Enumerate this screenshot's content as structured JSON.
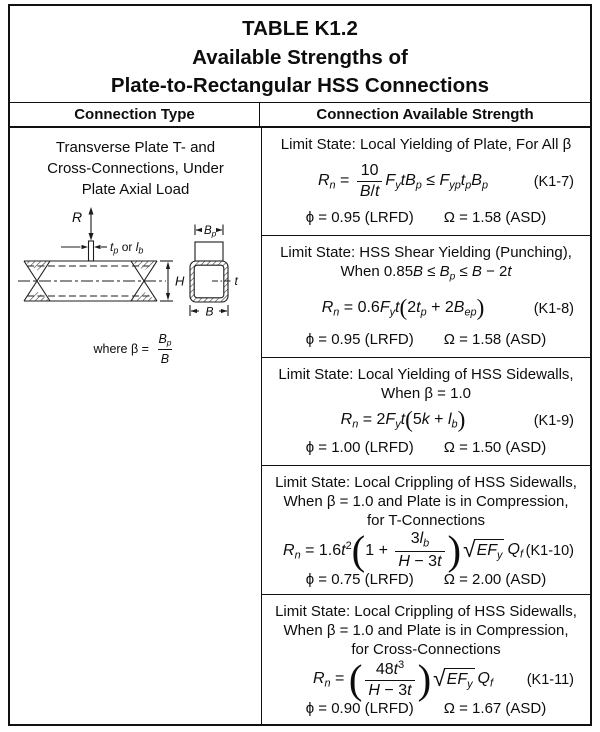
{
  "title": {
    "line1": "TABLE K1.2",
    "line2": "Available Strengths of",
    "line3": "Plate-to-Rectangular HSS Connections"
  },
  "columns": {
    "left": "Connection Type",
    "right": "Connection Available Strength"
  },
  "connection_type": {
    "lines": [
      "Transverse Plate T- and",
      "Cross-Connections, Under",
      "Plate Axial Load"
    ],
    "where": [
      {
        "t": "r",
        "v": "where β = "
      },
      {
        "t": "frac",
        "n": [
          {
            "t": "i",
            "v": "B"
          },
          {
            "t": "sub",
            "v": "p"
          }
        ],
        "d": [
          {
            "t": "i",
            "v": "B"
          }
        ]
      }
    ],
    "diagram": {
      "load": "R",
      "plate_t": "t",
      "plate_t_sub": "p",
      "plate_or": " or ",
      "plate_l": "l",
      "plate_l_sub": "b",
      "height": "H",
      "top_width": "B",
      "top_width_sub": "p",
      "wall": "t",
      "bottom_width": "B"
    }
  },
  "blocks": [
    {
      "heading": [
        [
          {
            "t": "r",
            "v": "Limit State: Local Yielding of Plate, For All β"
          }
        ]
      ],
      "formula": [
        {
          "t": "i",
          "v": "R"
        },
        {
          "t": "sub",
          "v": "n"
        },
        {
          "t": "r",
          "v": " = "
        },
        {
          "t": "frac",
          "n": [
            {
              "t": "r",
              "v": "10"
            }
          ],
          "d": [
            {
              "t": "i",
              "v": "B"
            },
            {
              "t": "r",
              "v": "/"
            },
            {
              "t": "i",
              "v": "t"
            }
          ]
        },
        {
          "t": "i",
          "v": "F"
        },
        {
          "t": "sub",
          "v": "y"
        },
        {
          "t": "i",
          "v": "tB"
        },
        {
          "t": "sub",
          "v": "p"
        },
        {
          "t": "r",
          "v": " ≤ "
        },
        {
          "t": "i",
          "v": "F"
        },
        {
          "t": "sub",
          "v": "yp"
        },
        {
          "t": "i",
          "v": "t"
        },
        {
          "t": "sub",
          "v": "p"
        },
        {
          "t": "i",
          "v": "B"
        },
        {
          "t": "sub",
          "v": "p"
        }
      ],
      "eq_number": "(K1-7)",
      "lrfd": "ϕ = 0.95 (LRFD)",
      "asd": "Ω = 1.58 (ASD)"
    },
    {
      "heading": [
        [
          {
            "t": "r",
            "v": "Limit State: HSS Shear Yielding (Punching),"
          }
        ],
        [
          {
            "t": "r",
            "v": "When 0.85"
          },
          {
            "t": "i",
            "v": "B"
          },
          {
            "t": "r",
            "v": " ≤ "
          },
          {
            "t": "i",
            "v": "B"
          },
          {
            "t": "sub",
            "v": "p"
          },
          {
            "t": "r",
            "v": " ≤ "
          },
          {
            "t": "i",
            "v": "B"
          },
          {
            "t": "r",
            "v": " − 2"
          },
          {
            "t": "i",
            "v": "t"
          }
        ]
      ],
      "formula": [
        {
          "t": "i",
          "v": "R"
        },
        {
          "t": "sub",
          "v": "n"
        },
        {
          "t": "r",
          "v": " = 0.6"
        },
        {
          "t": "i",
          "v": "F"
        },
        {
          "t": "sub",
          "v": "y"
        },
        {
          "t": "i",
          "v": "t"
        },
        {
          "t": "paren",
          "size": "med",
          "c": [
            {
              "t": "r",
              "v": "2"
            },
            {
              "t": "i",
              "v": "t"
            },
            {
              "t": "sub",
              "v": "p"
            },
            {
              "t": "r",
              "v": " + 2"
            },
            {
              "t": "i",
              "v": "B"
            },
            {
              "t": "sub",
              "v": "ep"
            }
          ]
        }
      ],
      "eq_number": "(K1-8)",
      "lrfd": "ϕ = 0.95 (LRFD)",
      "asd": "Ω = 1.58 (ASD)"
    },
    {
      "heading": [
        [
          {
            "t": "r",
            "v": "Limit State: Local Yielding of HSS Sidewalls,"
          }
        ],
        [
          {
            "t": "r",
            "v": "When β = 1.0"
          }
        ]
      ],
      "formula": [
        {
          "t": "i",
          "v": "R"
        },
        {
          "t": "sub",
          "v": "n"
        },
        {
          "t": "r",
          "v": " = 2"
        },
        {
          "t": "i",
          "v": "F"
        },
        {
          "t": "sub",
          "v": "y"
        },
        {
          "t": "i",
          "v": "t"
        },
        {
          "t": "paren",
          "size": "med",
          "c": [
            {
              "t": "r",
              "v": "5"
            },
            {
              "t": "i",
              "v": "k"
            },
            {
              "t": "r",
              "v": " + "
            },
            {
              "t": "i",
              "v": "l"
            },
            {
              "t": "sub",
              "v": "b"
            }
          ]
        }
      ],
      "eq_number": "(K1-9)",
      "lrfd": "ϕ = 1.00 (LRFD)",
      "asd": "Ω = 1.50 (ASD)"
    },
    {
      "heading": [
        [
          {
            "t": "r",
            "v": "Limit State: Local Crippling of HSS Sidewalls,"
          }
        ],
        [
          {
            "t": "r",
            "v": "When β = 1.0 and Plate is in Compression,"
          }
        ],
        [
          {
            "t": "r",
            "v": "for T-Connections"
          }
        ]
      ],
      "formula": [
        {
          "t": "i",
          "v": "R"
        },
        {
          "t": "sub",
          "v": "n"
        },
        {
          "t": "r",
          "v": " = 1.6"
        },
        {
          "t": "i",
          "v": "t"
        },
        {
          "t": "sup",
          "v": "2"
        },
        {
          "t": "paren",
          "size": "big",
          "c": [
            {
              "t": "r",
              "v": "1 + "
            },
            {
              "t": "frac",
              "n": [
                {
                  "t": "r",
                  "v": "3"
                },
                {
                  "t": "i",
                  "v": "l"
                },
                {
                  "t": "sub",
                  "v": "b"
                }
              ],
              "d": [
                {
                  "t": "i",
                  "v": "H"
                },
                {
                  "t": "r",
                  "v": " − 3"
                },
                {
                  "t": "i",
                  "v": "t"
                }
              ]
            }
          ]
        },
        {
          "t": "sqrt",
          "c": [
            {
              "t": "i",
              "v": "EF"
            },
            {
              "t": "sub",
              "v": "y"
            }
          ]
        },
        {
          "t": "i",
          "v": "Q"
        },
        {
          "t": "sub",
          "v": "f"
        }
      ],
      "eq_number": "(K1-10)",
      "lrfd": "ϕ = 0.75 (LRFD)",
      "asd": "Ω = 2.00 (ASD)"
    },
    {
      "heading": [
        [
          {
            "t": "r",
            "v": "Limit State: Local Crippling of HSS Sidewalls,"
          }
        ],
        [
          {
            "t": "r",
            "v": "When β = 1.0 and Plate is in Compression,"
          }
        ],
        [
          {
            "t": "r",
            "v": "for Cross-Connections"
          }
        ]
      ],
      "formula": [
        {
          "t": "i",
          "v": "R"
        },
        {
          "t": "sub",
          "v": "n"
        },
        {
          "t": "r",
          "v": " = "
        },
        {
          "t": "paren",
          "size": "big",
          "c": [
            {
              "t": "frac",
              "n": [
                {
                  "t": "r",
                  "v": "48"
                },
                {
                  "t": "i",
                  "v": "t"
                },
                {
                  "t": "sup",
                  "v": "3"
                }
              ],
              "d": [
                {
                  "t": "i",
                  "v": "H"
                },
                {
                  "t": "r",
                  "v": " − 3"
                },
                {
                  "t": "i",
                  "v": "t"
                }
              ]
            }
          ]
        },
        {
          "t": "sqrt",
          "c": [
            {
              "t": "i",
              "v": "EF"
            },
            {
              "t": "sub",
              "v": "y"
            }
          ]
        },
        {
          "t": "i",
          "v": "Q"
        },
        {
          "t": "sub",
          "v": "f"
        }
      ],
      "eq_number": "(K1-11)",
      "lrfd": "ϕ = 0.90 (LRFD)",
      "asd": "Ω = 1.67 (ASD)"
    }
  ]
}
